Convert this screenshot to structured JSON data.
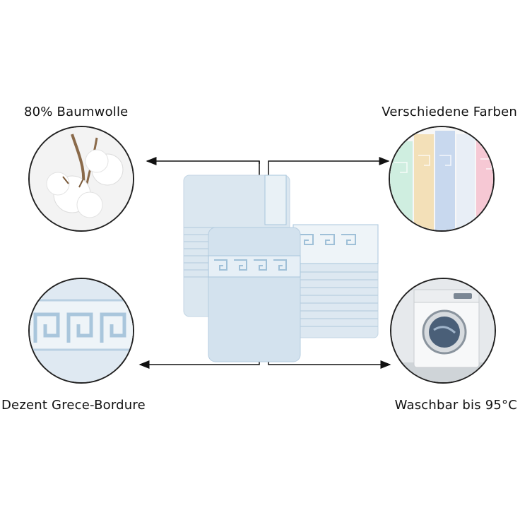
{
  "features": {
    "top_left": "80% Baumwolle",
    "top_right": "Verschiedene Farben",
    "bottom_left": "Dezent Grece-Bordure",
    "bottom_right": "Waschbar bis 95°C"
  },
  "colors": {
    "towel_blue": "#cfe0ec",
    "border_blue": "#9fc0d8",
    "outline": "#1a1a1a",
    "swatches": [
      "#cfeee0",
      "#f3e0b8",
      "#c8d8ee",
      "#e4ecf6",
      "#f6c8d4"
    ]
  },
  "icons": [
    "cotton-image",
    "color-swatches-image",
    "grece-pattern-image",
    "washing-machine-image"
  ]
}
